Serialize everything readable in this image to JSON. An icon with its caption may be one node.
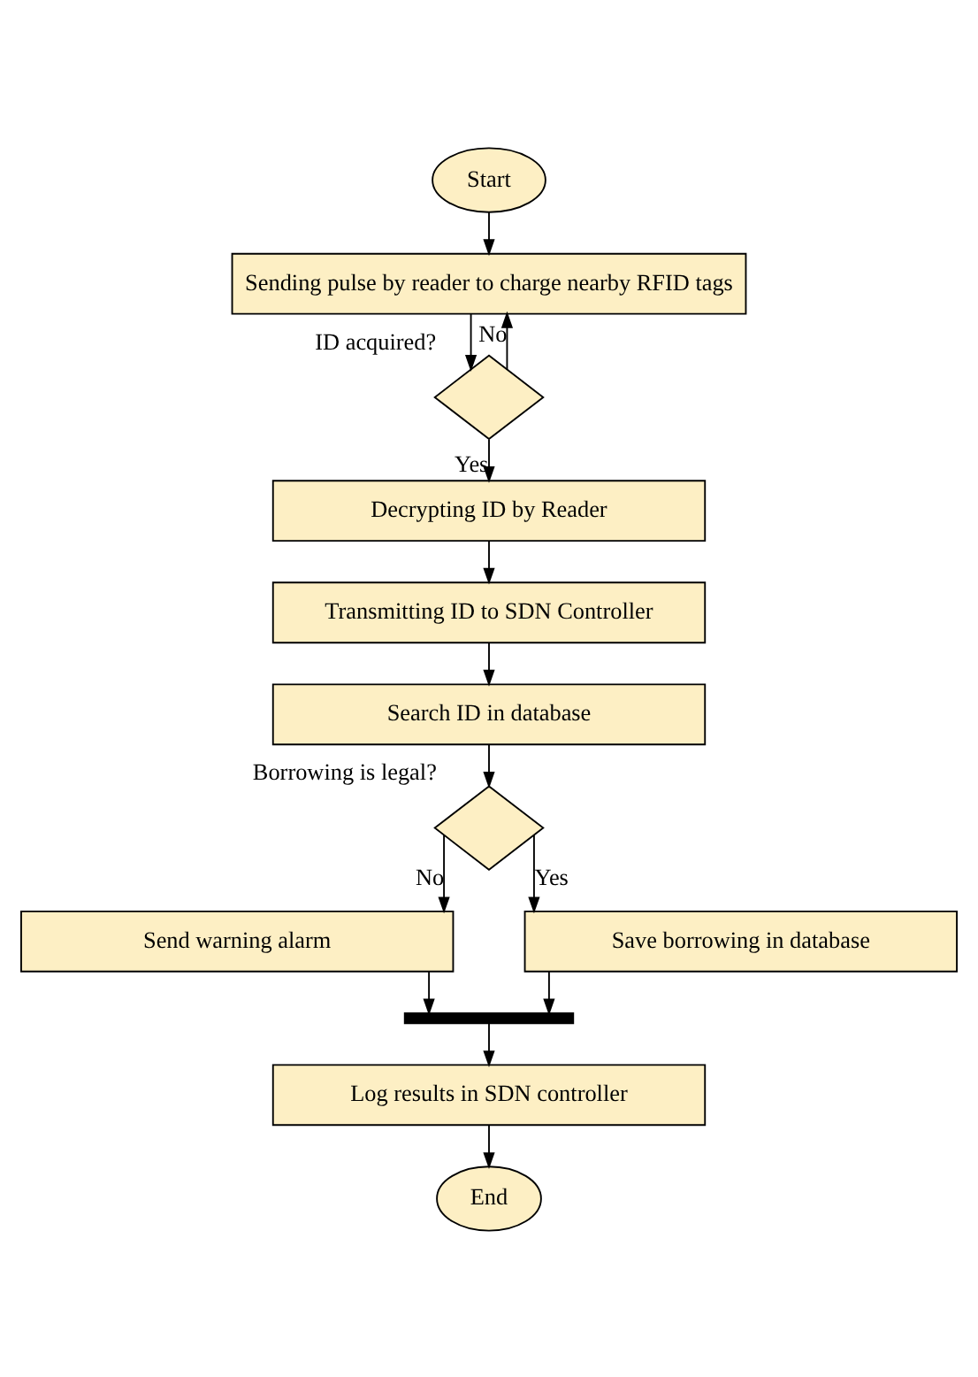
{
  "diagram": {
    "nodes": [
      {
        "text": [
          "Start"
        ]
      },
      {
        "text": [
          "Sending pulse by reader to charge nearby RFID tags"
        ]
      },
      {
        "text": [],
        "shape": "diamond",
        "beside": [
          "ID acquired?"
        ]
      },
      {
        "text": [
          "Decrypting ID by Reader"
        ]
      },
      {
        "text": [
          "Transmitting ID to SDN Controller"
        ]
      },
      {
        "text": [
          "Search ID in database"
        ]
      },
      {
        "text": [],
        "shape": "diamond",
        "beside": [
          "Borrowing is legal?"
        ]
      },
      {
        "text": [
          "Send warning alarm"
        ]
      },
      {
        "text": [
          "Save borrowing in database"
        ]
      },
      {
        "text": [],
        "shape": "bar"
      },
      {
        "text": [
          "Log results in SDN controller"
        ]
      },
      {
        "text": [
          "End"
        ]
      }
    ],
    "edges": [
      {
        "from": 0,
        "to": 1,
        "arrow": "to"
      },
      {
        "from": 1,
        "to": 2,
        "arrow": "to"
      },
      {
        "from": 2,
        "to": 1,
        "arrow": "to",
        "label": "No"
      },
      {
        "from": 2,
        "to": 3,
        "arrow": "to",
        "label": "Yes"
      },
      {
        "from": 3,
        "to": 4,
        "arrow": "to"
      },
      {
        "from": 4,
        "to": 5,
        "arrow": "to"
      },
      {
        "from": 5,
        "to": 6,
        "arrow": "to"
      },
      {
        "from": 6,
        "to": 7,
        "arrow": "to",
        "label": "No"
      },
      {
        "from": 6,
        "to": 8,
        "arrow": "to",
        "label": "Yes"
      },
      {
        "from": 7,
        "to": 9,
        "arrow": "to"
      },
      {
        "from": 8,
        "to": 9,
        "arrow": "to"
      },
      {
        "from": 9,
        "to": 10,
        "arrow": "to"
      },
      {
        "from": 10,
        "to": 11,
        "arrow": "to"
      }
    ]
  }
}
